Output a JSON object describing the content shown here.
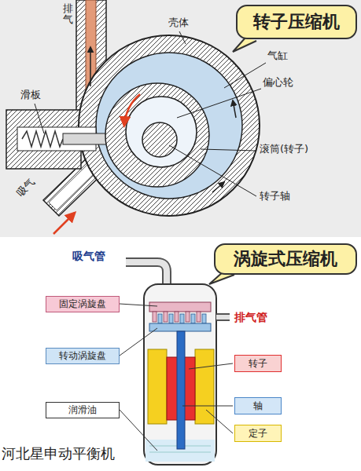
{
  "diagram": {
    "nodes": [
      {
        "text": [
          "转子压缩机"
        ]
      },
      {
        "text": [
          "涡旋式压缩机"
        ]
      },
      {
        "text": [
          "固定涡旋盘"
        ]
      },
      {
        "text": [
          "转动涡旋盘"
        ]
      },
      {
        "text": [
          "转子"
        ]
      },
      {
        "text": [
          "轴"
        ]
      },
      {
        "text": [
          "润滑油"
        ]
      },
      {
        "text": [
          "定子"
        ]
      }
    ],
    "labels": [
      "排气",
      "壳体",
      "气缸",
      "偏心轮",
      "滑板",
      "滚筒(转子)",
      "吸气",
      "转子轴",
      "吸气管",
      "排气管",
      "河北星申动平衡机"
    ]
  }
}
